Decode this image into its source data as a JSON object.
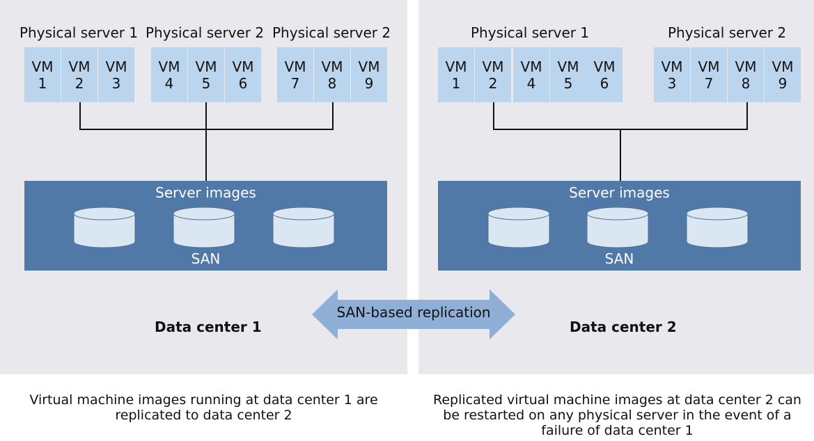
{
  "datacenter1": {
    "label": "Data center 1",
    "servers": [
      {
        "label": "Physical server 1",
        "vms": [
          "VM\n1",
          "VM\n2",
          "VM\n3"
        ]
      },
      {
        "label": "Physical server 2",
        "vms": [
          "VM\n4",
          "VM\n5",
          "VM\n6"
        ]
      },
      {
        "label": "Physical server 2",
        "vms": [
          "VM\n7",
          "VM\n8",
          "VM\n9"
        ]
      }
    ],
    "san": {
      "title": "Server images",
      "label": "SAN"
    },
    "caption": "Virtual machine images running at data center 1 are replicated to data center 2"
  },
  "datacenter2": {
    "label": "Data center 2",
    "servers": [
      {
        "label": "Physical server 1",
        "vms": [
          "VM\n1",
          "VM\n2",
          "VM\n4",
          "VM\n5",
          "VM\n6"
        ]
      },
      {
        "label": "Physical server 2",
        "vms": [
          "VM\n3",
          "VM\n7",
          "VM\n8",
          "VM\n9"
        ]
      }
    ],
    "san": {
      "title": "Server images",
      "label": "SAN"
    },
    "caption": "Replicated virtual machine images at data center 2 can be restarted on any physical server in the event of a failure of data center 1"
  },
  "replication": {
    "label": "SAN-based replication"
  },
  "colors": {
    "panel": "#e9e8ec",
    "vm": "#bcd5ee",
    "san": "#5179a8",
    "disk": "#dbe6f3",
    "arrow": "#8fafd6"
  }
}
